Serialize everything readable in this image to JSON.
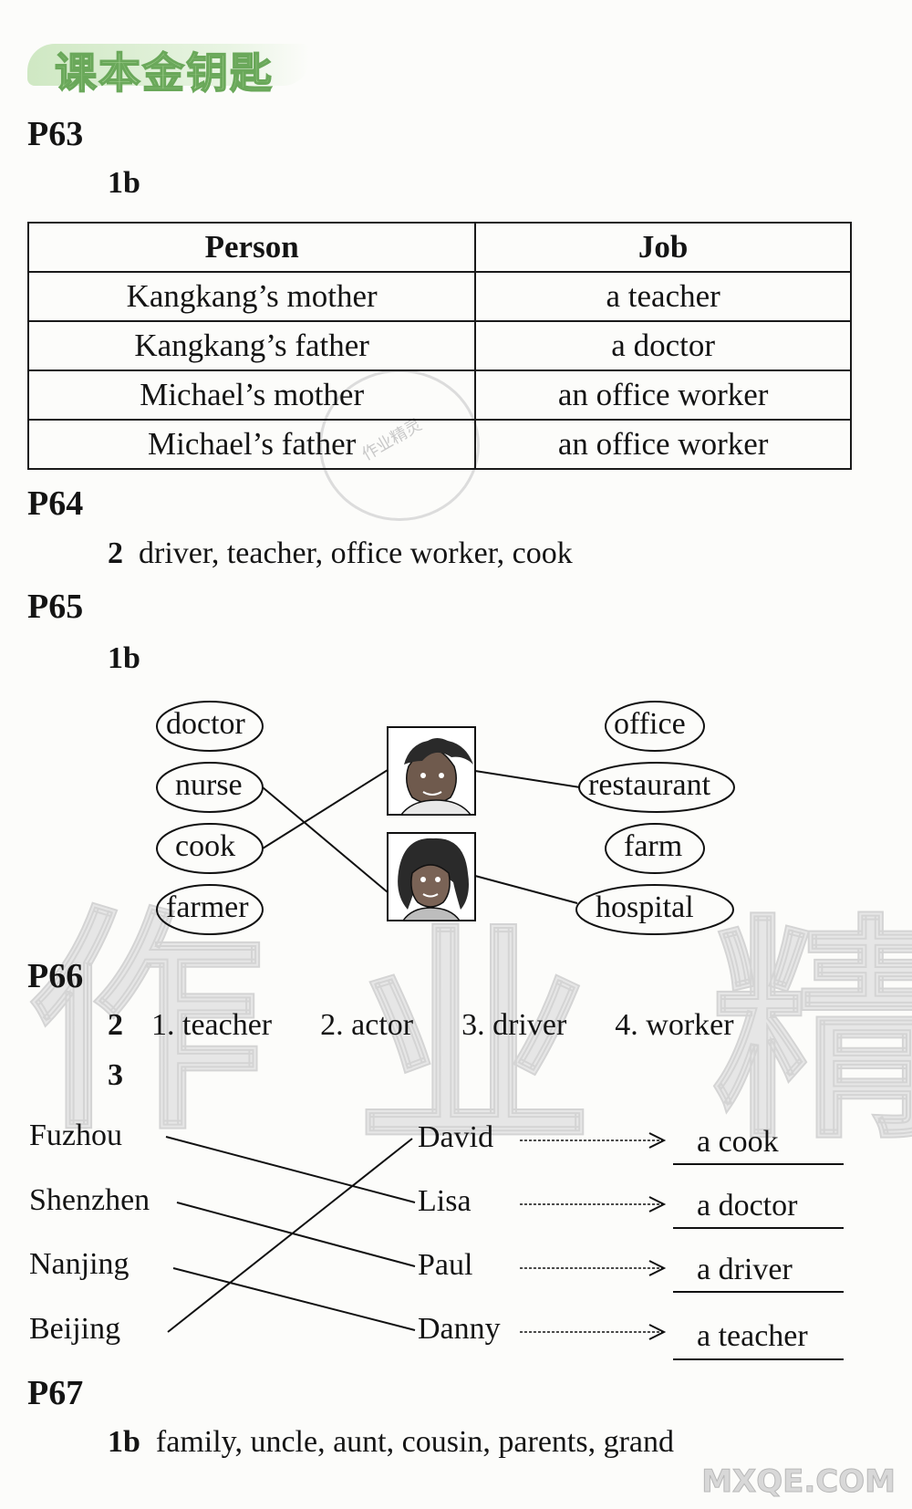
{
  "banner": {
    "title": "课本金钥匙"
  },
  "p63": {
    "page": "P63",
    "exercise": "1b",
    "table": {
      "headers": [
        "Person",
        "Job"
      ],
      "rows": [
        [
          "Kangkang’s mother",
          "a teacher"
        ],
        [
          "Kangkang’s father",
          "a doctor"
        ],
        [
          "Michael’s mother",
          "an office worker"
        ],
        [
          "Michael’s father",
          "an office worker"
        ]
      ]
    }
  },
  "p64": {
    "page": "P64",
    "num": "2",
    "answer": "driver, teacher, office worker, cook"
  },
  "p65": {
    "page": "P65",
    "exercise": "1b",
    "left_words": [
      "doctor",
      "nurse",
      "cook",
      "farmer"
    ],
    "right_words": [
      "office",
      "restaurant",
      "farm",
      "hospital"
    ]
  },
  "p66": {
    "page": "P66",
    "ex2_num": "2",
    "ex2_items": [
      "1. teacher",
      "2. actor",
      "3. driver",
      "4. worker"
    ],
    "ex3_num": "3",
    "cities": [
      "Fuzhou",
      "Shenzhen",
      "Nanjing",
      "Beijing"
    ],
    "people": [
      "David",
      "Lisa",
      "Paul",
      "Danny"
    ],
    "jobs": [
      "a cook",
      "a doctor",
      "a driver",
      "a teacher"
    ]
  },
  "p67": {
    "page": "P67",
    "exercise": "1b",
    "answer": "family, uncle, aunt, cousin, parents, grand"
  },
  "watermark": {
    "text": "作业精灵",
    "site": "MXQE.COM",
    "stamp": "作业精灵"
  }
}
